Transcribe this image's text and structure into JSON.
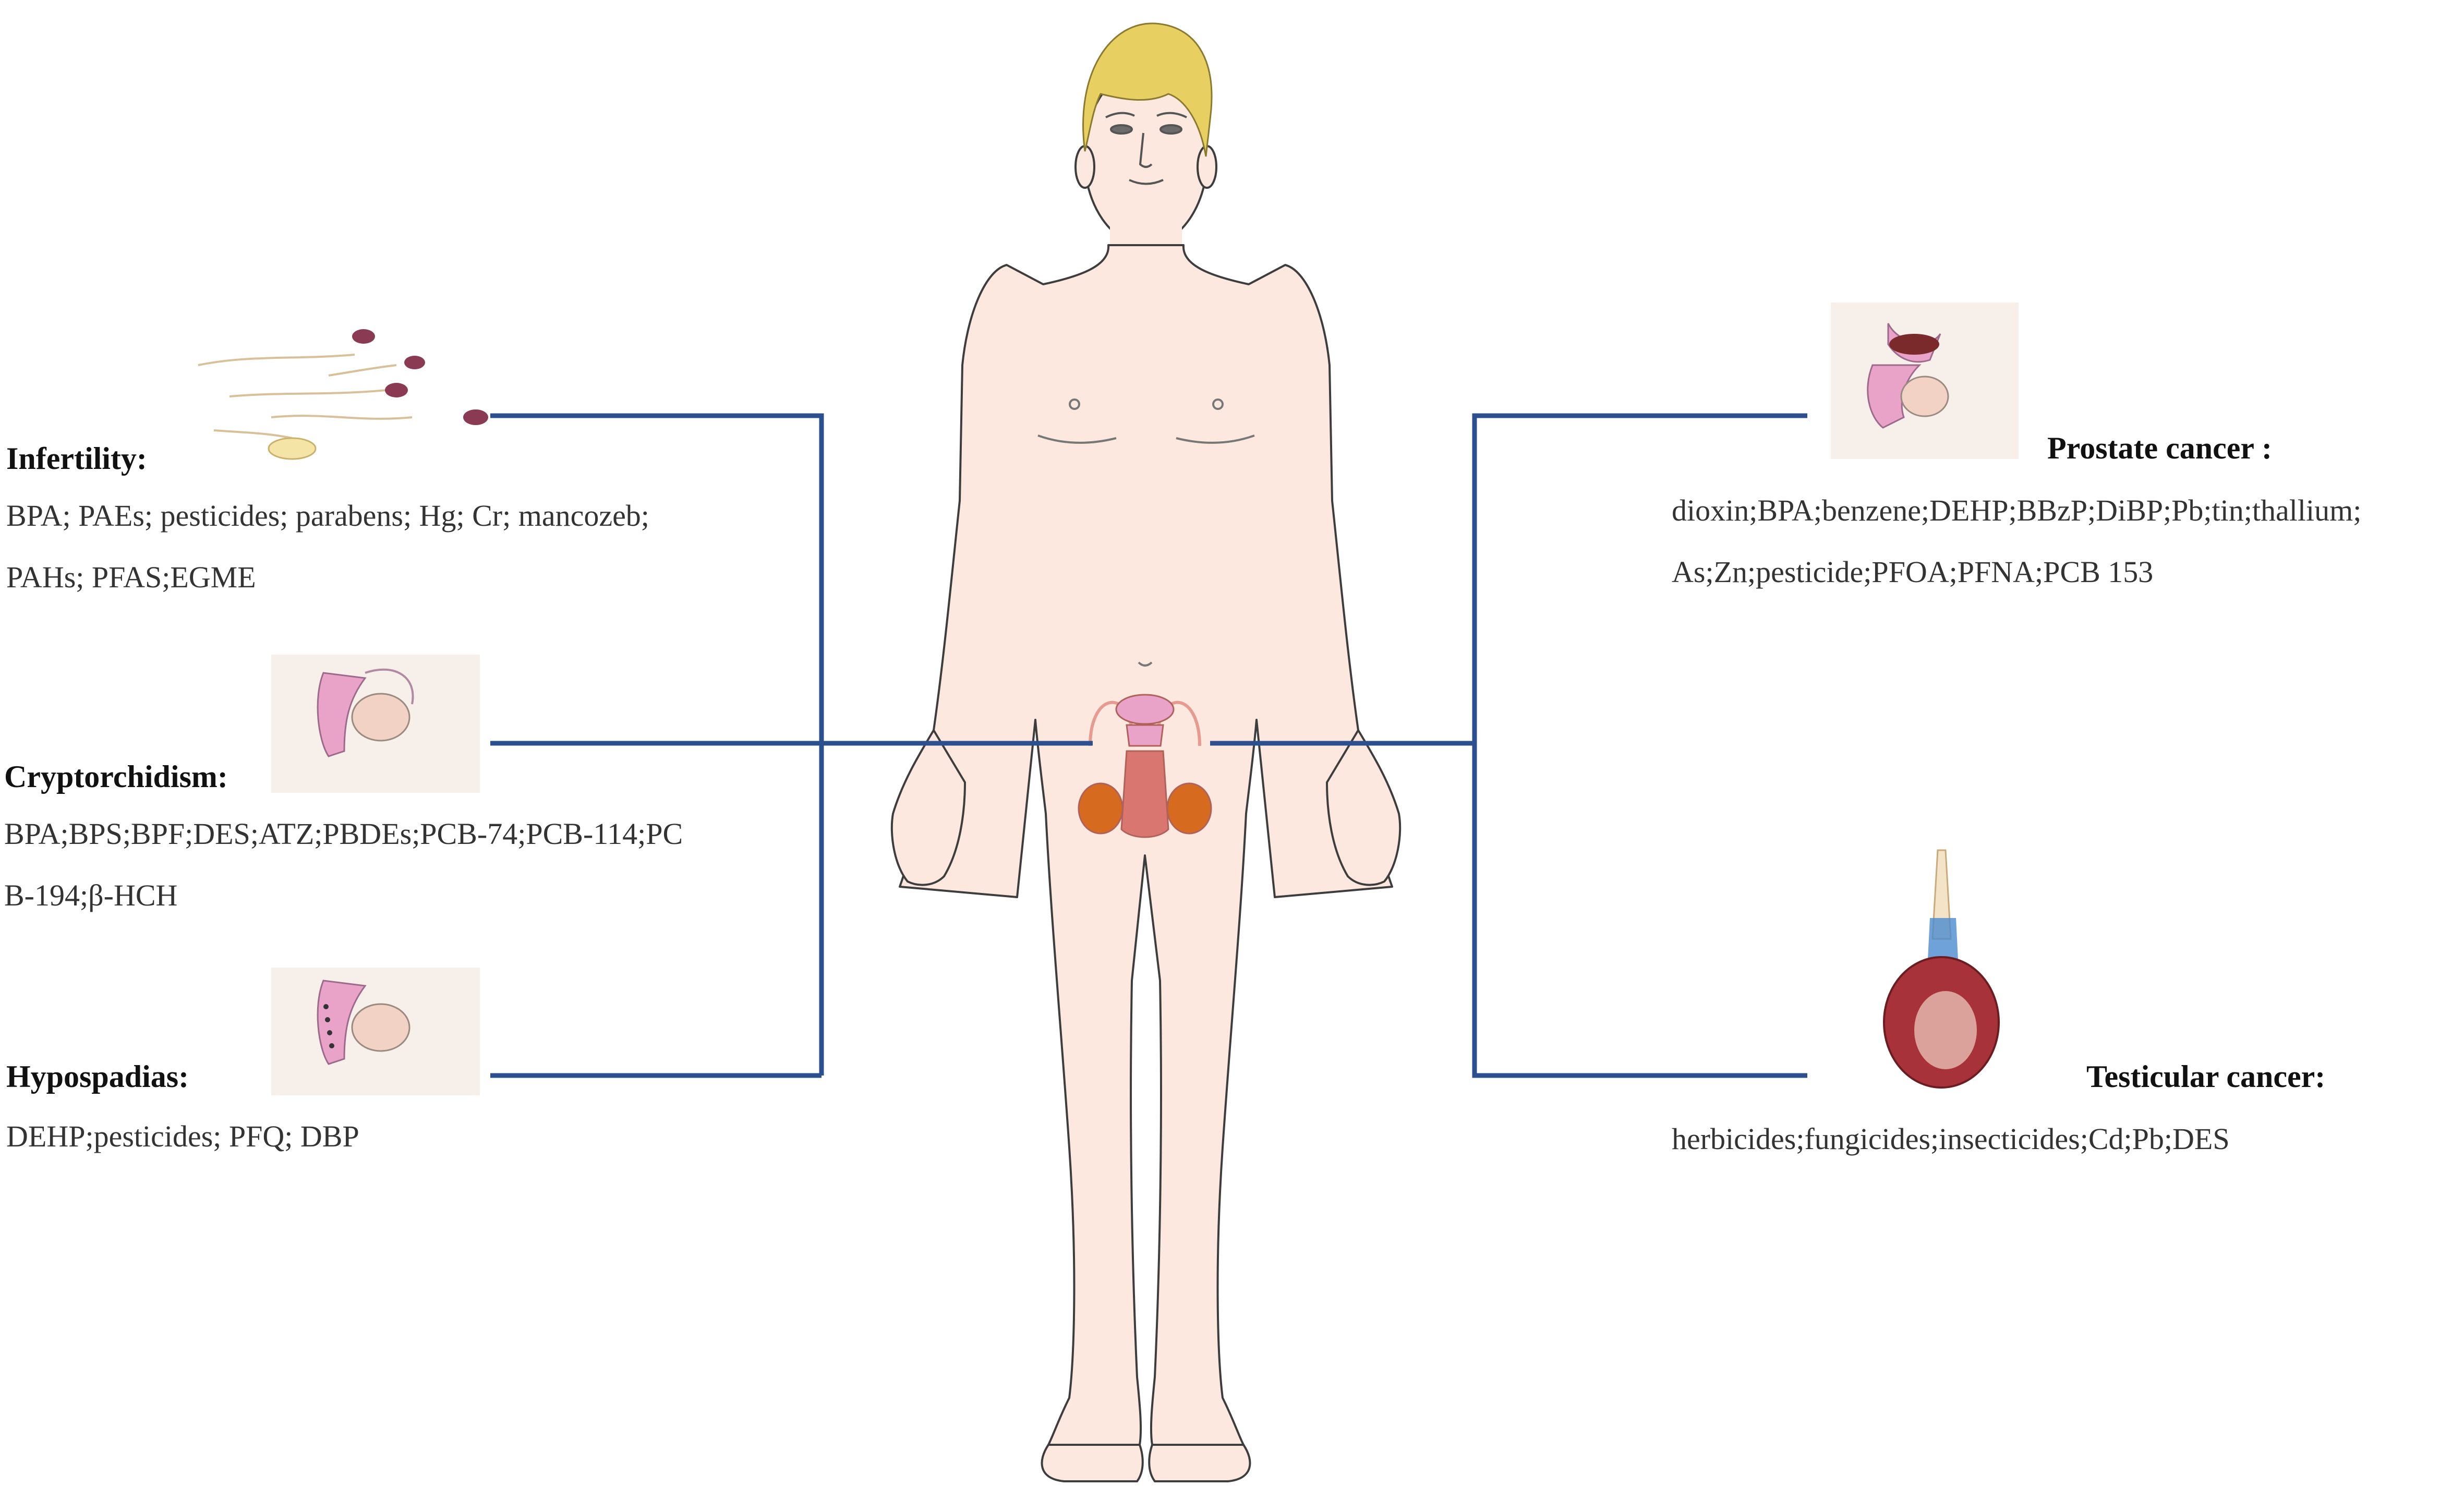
{
  "colors": {
    "connector": "#2b4f8f",
    "skin": "#fce8de",
    "skin_outline": "#3d3d3d",
    "hair": "#e8cf62",
    "organ_pink": "#e9a2c8",
    "organ_red": "#d8766f",
    "testis_orange": "#d66a1f",
    "testicular_tissue": "#a8323a"
  },
  "conditions": {
    "infertility": {
      "title": "Infertility:",
      "line1": "BPA; PAEs; pesticides; parabens; Hg; Cr; mancozeb;",
      "line2": "PAHs; PFAS;EGME"
    },
    "cryptorchidism": {
      "title": "Cryptorchidism:",
      "line1": "BPA;BPS;BPF;DES;ATZ;PBDEs;PCB-74;PCB-114;PC",
      "line2": "B-194;β-HCH"
    },
    "hypospadias": {
      "title": "Hypospadias:",
      "line1": "DEHP;pesticides; PFQ; DBP"
    },
    "prostate_cancer": {
      "title": "Prostate cancer :",
      "line1": "dioxin;BPA;benzene;DEHP;BBzP;DiBP;Pb;tin;thallium;",
      "line2": "As;Zn;pesticide;PFOA;PFNA;PCB 153"
    },
    "testicular_cancer": {
      "title": "Testicular cancer:",
      "line1": "herbicides;fungicides;insecticides;Cd;Pb;DES"
    }
  }
}
